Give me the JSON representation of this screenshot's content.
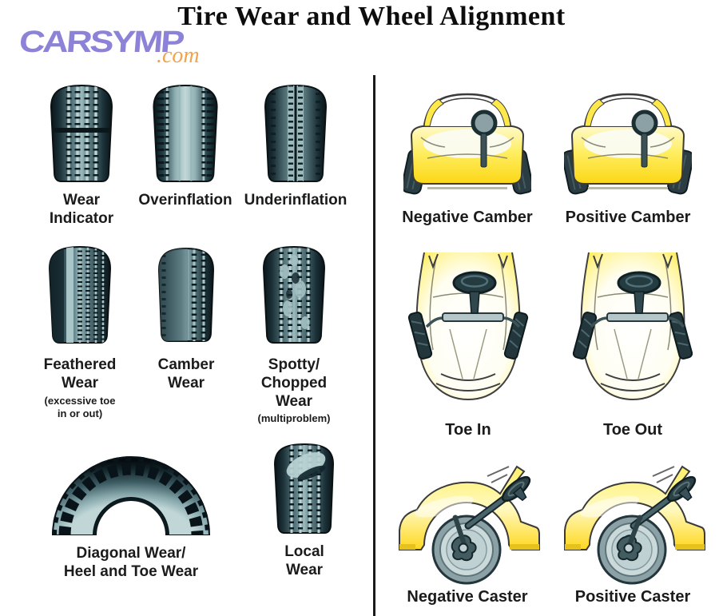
{
  "logo": {
    "brand": "CARSYMP",
    "suffix": ".com"
  },
  "title": "Tire Wear and Wheel Alignment",
  "colors": {
    "brand_purple": "#8C82D8",
    "brand_orange": "#F0A44C",
    "car_yellow": "#FFE94A",
    "tire_dark_teal": "#0A1418",
    "tire_light_teal": "#9DBABC",
    "label_text": "#1B1B1B"
  },
  "tire_wear_section": {
    "items": [
      {
        "id": "wear-indicator",
        "label": "Wear\nIndicator",
        "sublabel": ""
      },
      {
        "id": "overinflation",
        "label": "Overinflation",
        "sublabel": ""
      },
      {
        "id": "underinflation",
        "label": "Underinflation",
        "sublabel": ""
      },
      {
        "id": "feathered-wear",
        "label": "Feathered\nWear",
        "sublabel": "(excessive toe\nin or out)"
      },
      {
        "id": "camber-wear",
        "label": "Camber\nWear",
        "sublabel": ""
      },
      {
        "id": "spotty-chopped-wear",
        "label": "Spotty/\nChopped\nWear",
        "sublabel": "(multiproblem)"
      },
      {
        "id": "diagonal-heel-toe-wear",
        "label": "Diagonal Wear/\nHeel and Toe Wear",
        "sublabel": ""
      },
      {
        "id": "local-wear",
        "label": "Local\nWear",
        "sublabel": ""
      }
    ]
  },
  "alignment_section": {
    "items": [
      {
        "id": "negative-camber",
        "label": "Negative Camber"
      },
      {
        "id": "positive-camber",
        "label": "Positive Camber"
      },
      {
        "id": "toe-in",
        "label": "Toe In"
      },
      {
        "id": "toe-out",
        "label": "Toe Out"
      },
      {
        "id": "negative-caster",
        "label": "Negative Caster"
      },
      {
        "id": "positive-caster",
        "label": "Positive Caster"
      }
    ]
  }
}
